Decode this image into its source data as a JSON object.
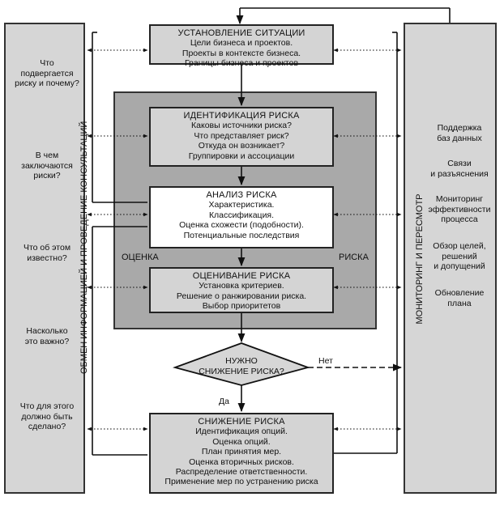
{
  "left_panel": {
    "vertical_label": "ОБМЕН ИНФОРМАЦИЕЙ И ПРОВЕДЕНИЕ КОНСУЛЬТАЦИЙ",
    "questions": [
      [
        "Что",
        "подвергается",
        "риску и почему?"
      ],
      [
        "В чем",
        "заключаются",
        "риски?"
      ],
      [
        "Что об этом",
        "известно?"
      ],
      [
        "Насколько",
        "это важно?"
      ],
      [
        "Что для этого",
        "должно быть",
        "сделано?"
      ]
    ]
  },
  "right_panel": {
    "vertical_label": "МОНИТОРИНГ И ПЕРЕСМОТР",
    "items": [
      [
        "Поддержка",
        "баз данных"
      ],
      [
        "Связи",
        "и разъяснения"
      ],
      [
        "Мониторинг",
        "эффективности",
        "процесса"
      ],
      [
        "Обзор целей,",
        "решений",
        "и допущений"
      ],
      [
        "Обновление",
        "плана"
      ]
    ]
  },
  "assessment_group": {
    "left_label": "ОЦЕНКА",
    "right_label": "РИСКА"
  },
  "steps": {
    "situation": {
      "title": "УСТАНОВЛЕНИЕ СИТУАЦИИ",
      "lines": [
        "Цели бизнеса и проектов.",
        "Проекты в контексте бизнеса.",
        "Границы бизнеса и проектов"
      ]
    },
    "identification": {
      "title": "ИДЕНТИФИКАЦИЯ РИСКА",
      "lines": [
        "Каковы источники риска?",
        "Что представляет риск?",
        "Откуда он возникает?",
        "Группировки и ассоциации"
      ]
    },
    "analysis": {
      "title": "АНАЛИЗ РИСКА",
      "lines": [
        "Характеристика.",
        "Классификация.",
        "Оценка схожести (подобности).",
        "Потенциальные последствия"
      ]
    },
    "evaluation": {
      "title": "ОЦЕНИВАНИЕ РИСКА",
      "lines": [
        "Установка критериев.",
        "Решение о ранжировании риска.",
        "Выбор приоритетов"
      ]
    },
    "decision": {
      "lines": [
        "НУЖНО",
        "СНИЖЕНИЕ РИСКА?"
      ],
      "no_label": "Нет",
      "yes_label": "Да"
    },
    "reduction": {
      "title": "СНИЖЕНИЕ РИСКА",
      "lines": [
        "Идентификация опций.",
        "Оценка опций.",
        "План принятия мер.",
        "Оценка вторичных рисков.",
        "Распределение ответственности.",
        "Применение мер по устранению риска"
      ]
    }
  }
}
